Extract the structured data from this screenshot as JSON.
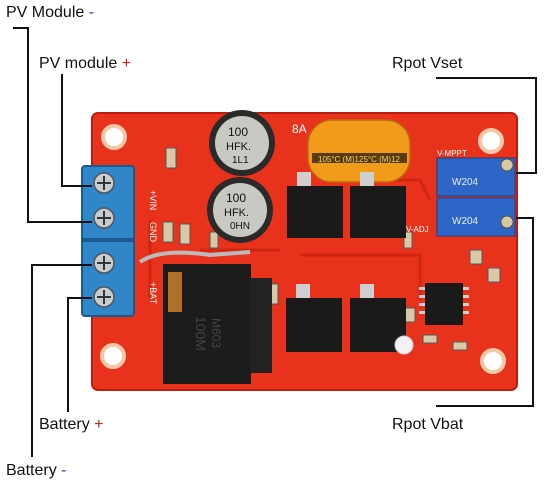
{
  "labels": {
    "pv_minus": {
      "text": "PV Module",
      "sign": "-"
    },
    "pv_plus": {
      "text": "PV module",
      "sign": "+"
    },
    "rpot_vset": {
      "text": "Rpot Vset"
    },
    "rpot_vbat": {
      "text": "Rpot Vbat"
    },
    "battery_plus": {
      "text": "Battery",
      "sign": "+"
    },
    "battery_minus": {
      "text": "Battery",
      "sign": "-"
    }
  },
  "silkscreen": {
    "inductor_top": "100",
    "inductor_mid": "HFK.",
    "inductor_bot1": "1L1",
    "inductor_bot2": "0HN",
    "cap_top": "100",
    "big_inductor": "100M",
    "big_inductor2": "M603",
    "vin_label": "+VIN",
    "gnd_label": "GND",
    "bat_label": "+BAT",
    "ba_label": "8A",
    "vmppt_label": "V-MPPT",
    "vadj_label": "V-ADJ",
    "pot_top": "W204",
    "pot_bottom": "W204"
  },
  "colors": {
    "pcb": "#e8321c",
    "terminal": "#2f86c9",
    "pot": "#2e66c8",
    "capacitor": "#f29a1a"
  }
}
